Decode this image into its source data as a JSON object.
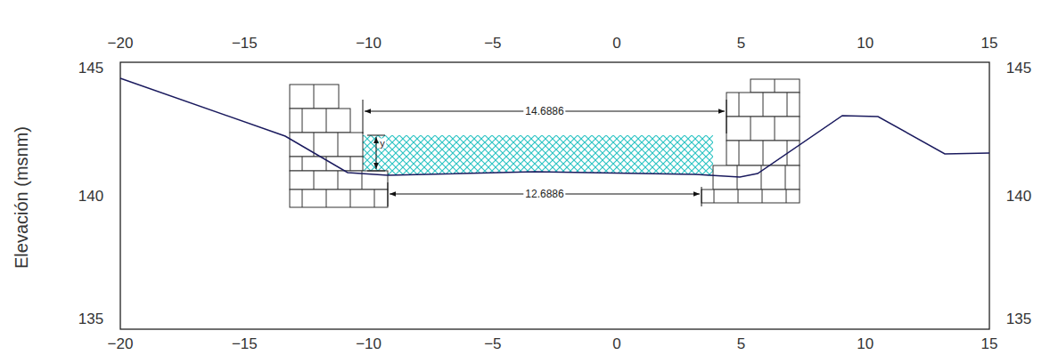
{
  "diagram": {
    "labels": [
      "−20",
      "−15",
      "−10",
      "−5",
      "0",
      "5",
      "10",
      "15",
      "−20",
      "−15",
      "−10",
      "−5",
      "0",
      "5",
      "10",
      "15",
      "145",
      "140",
      "135",
      "145",
      "140",
      "135",
      "Elevación (msnm)",
      "14.6886",
      "12.6886",
      "y"
    ]
  }
}
